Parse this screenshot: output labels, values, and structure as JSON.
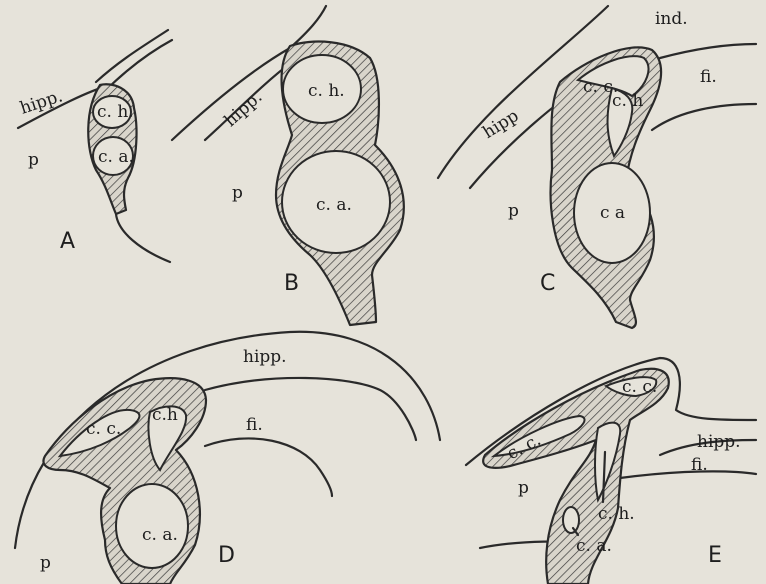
{
  "panels": {
    "A": {
      "letter": "A",
      "labels": {
        "hippocampus": "hipp.",
        "posterior": "p",
        "commissure_h": "c. h.",
        "commissure_a": "c. a."
      }
    },
    "B": {
      "letter": "B",
      "labels": {
        "hippocampus": "hipp.",
        "posterior": "p",
        "commissure_h": "c. h.",
        "commissure_a": "c. a."
      }
    },
    "C": {
      "letter": "C",
      "labels": {
        "indusium": "ind.",
        "fimbria": "fi.",
        "hippocampus": "hipp",
        "posterior": "p",
        "corpus_callosum": "c. c.",
        "commissure_h": "c. h",
        "commissure_a": "c a"
      }
    },
    "D": {
      "letter": "D",
      "labels": {
        "hippocampus": "hipp.",
        "fimbria": "fi.",
        "corpus_callosum": "c. c.",
        "commissure_h": "c.h",
        "commissure_a": "c. a.",
        "posterior": "p"
      }
    },
    "E": {
      "letter": "E",
      "labels": {
        "corpus_callosum_upper": "c. c.",
        "corpus_callosum_lower": "c. c.",
        "hippocampus": "hipp.",
        "fimbria": "fi.",
        "posterior": "p",
        "commissure_h": "c. h.",
        "commissure_a": "c. a."
      }
    }
  }
}
